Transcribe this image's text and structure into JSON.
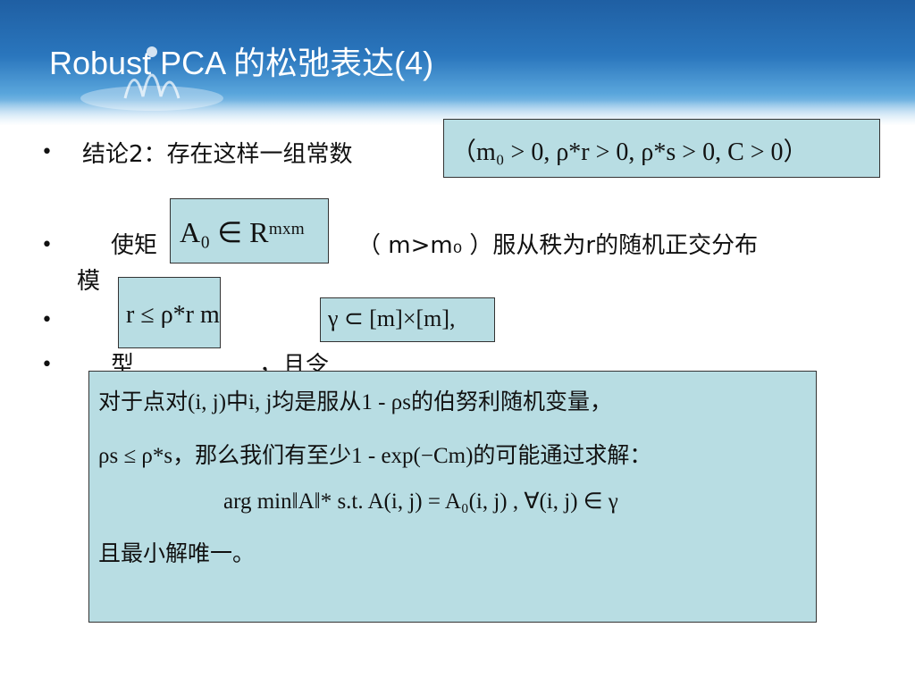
{
  "slide": {
    "title": "Robust PCA 的松弛表达(4)",
    "bullets": [
      {
        "marker": "•",
        "text": "结论2：存在这样一组常数"
      },
      {
        "marker": "•",
        "text": "使矩",
        "text2": "（ m>m₀ ）服从秩为r的随机正交分布",
        "wrap": "模"
      },
      {
        "marker": "•",
        "text": ""
      },
      {
        "marker": "•",
        "text": "型",
        "text2": "，且令"
      }
    ],
    "formulas": {
      "constants": "（m₀ > 0, ρ*r > 0, ρ*s > 0, C > 0）",
      "matrix": "A₀ ∈ Rᵐˣᵐ",
      "rank": "r ≤ ρ*r m",
      "support": "γ ⊂ [m]×[m],"
    },
    "note": {
      "line1": "对于点对(i, j)中i, j均是服从1 - ρs的伯努利随机变量，",
      "line2": "ρs ≤ ρ*s，那么我们有至少1 - exp(−Cm)的可能通过求解：",
      "line3": "arg min‖A‖*     s.t.   A(i, j) = A₀(i, j) , ∀(i, j) ∈ γ",
      "line4": "且最小解唯一。"
    }
  },
  "colors": {
    "header_blue": "#2a76bd",
    "box_fill": "#b8dde3",
    "title_text": "#ffffff"
  }
}
